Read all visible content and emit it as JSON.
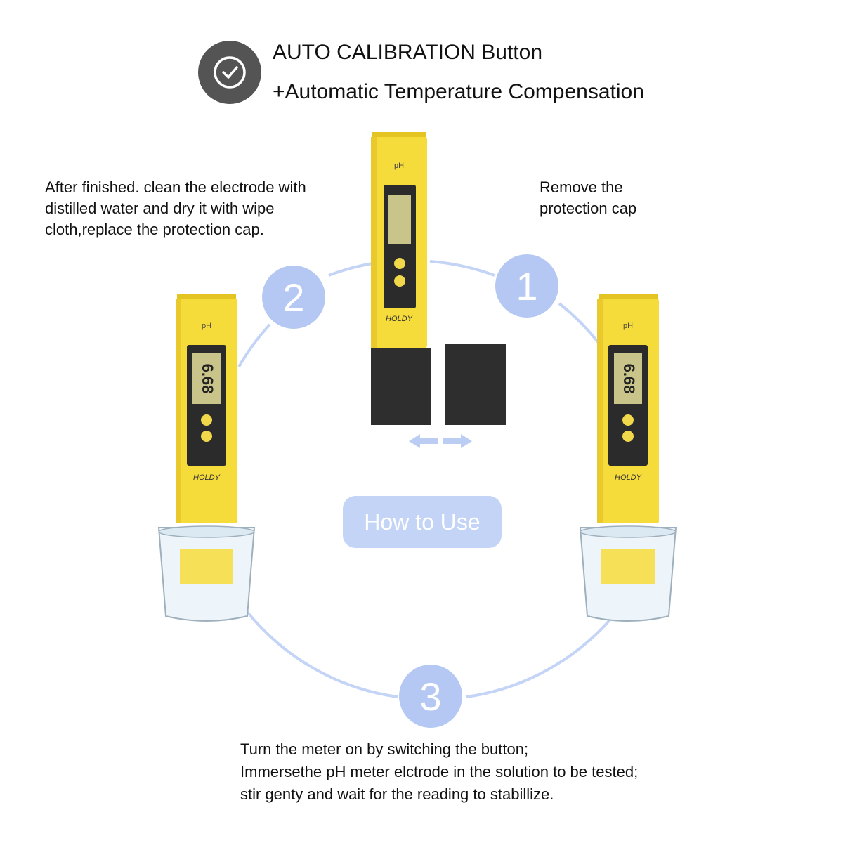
{
  "header": {
    "line1": "AUTO CALIBRATION Button",
    "line2": "+Automatic Temperature Compensation",
    "icon": "check-circle-icon"
  },
  "steps": {
    "one": {
      "number": "1",
      "text": "Remove the protection cap"
    },
    "two": {
      "number": "2",
      "text": "After finished. clean the electrode with distilled water and dry it with wipe cloth,replace the protection cap."
    },
    "three": {
      "number": "3",
      "lines": [
        "Turn the meter on by switching the button;",
        "Immersethe pH meter elctrode in the solution to be tested;",
        "stir genty and wait for the reading to stabillize."
      ]
    }
  },
  "center_label": "How to Use",
  "meter": {
    "label": "pH",
    "reading": "6.68"
  },
  "colors": {
    "accent": "#b4c8f3",
    "meter_body": "#f6dc3a",
    "display": "#c9c48a"
  }
}
